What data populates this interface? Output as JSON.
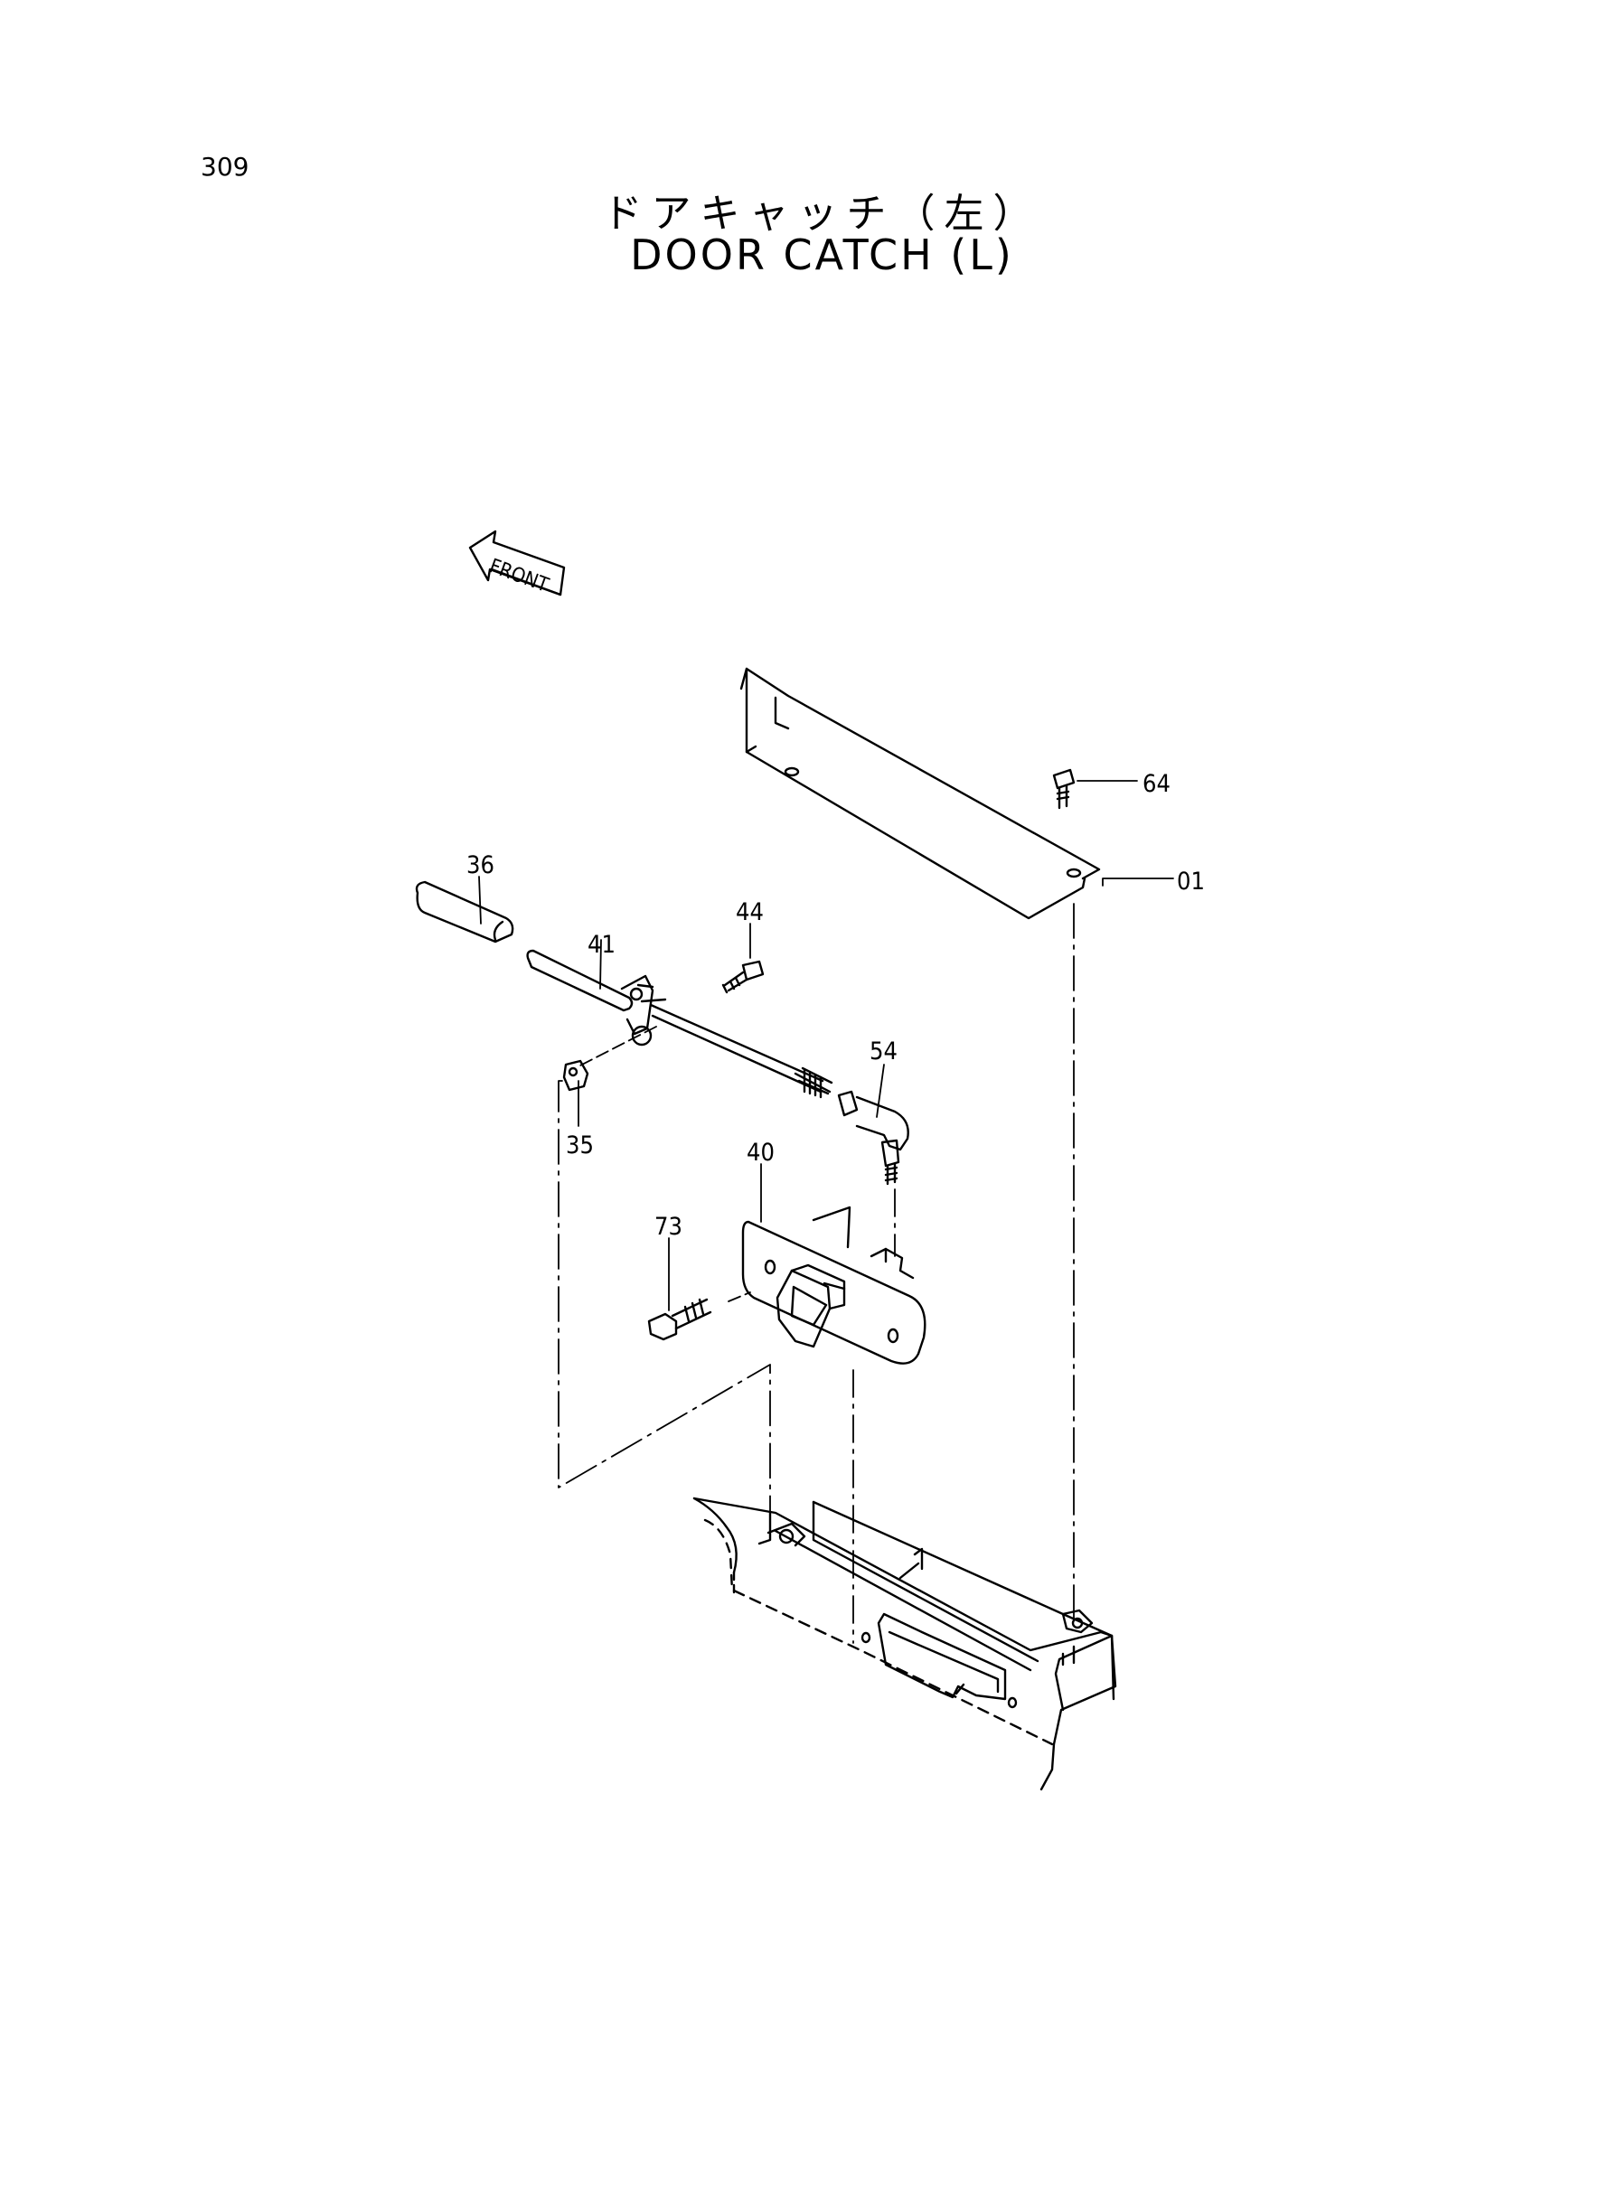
{
  "page": {
    "number": "309"
  },
  "title": {
    "japanese": "ドアキャッチ（左）",
    "english": "DOOR CATCH (L)"
  },
  "orientation_marker": {
    "label": "FRONT",
    "icon": "front-arrow-icon"
  },
  "callouts": [
    "64",
    "01",
    "36",
    "44",
    "41",
    "54",
    "35",
    "40",
    "73"
  ]
}
